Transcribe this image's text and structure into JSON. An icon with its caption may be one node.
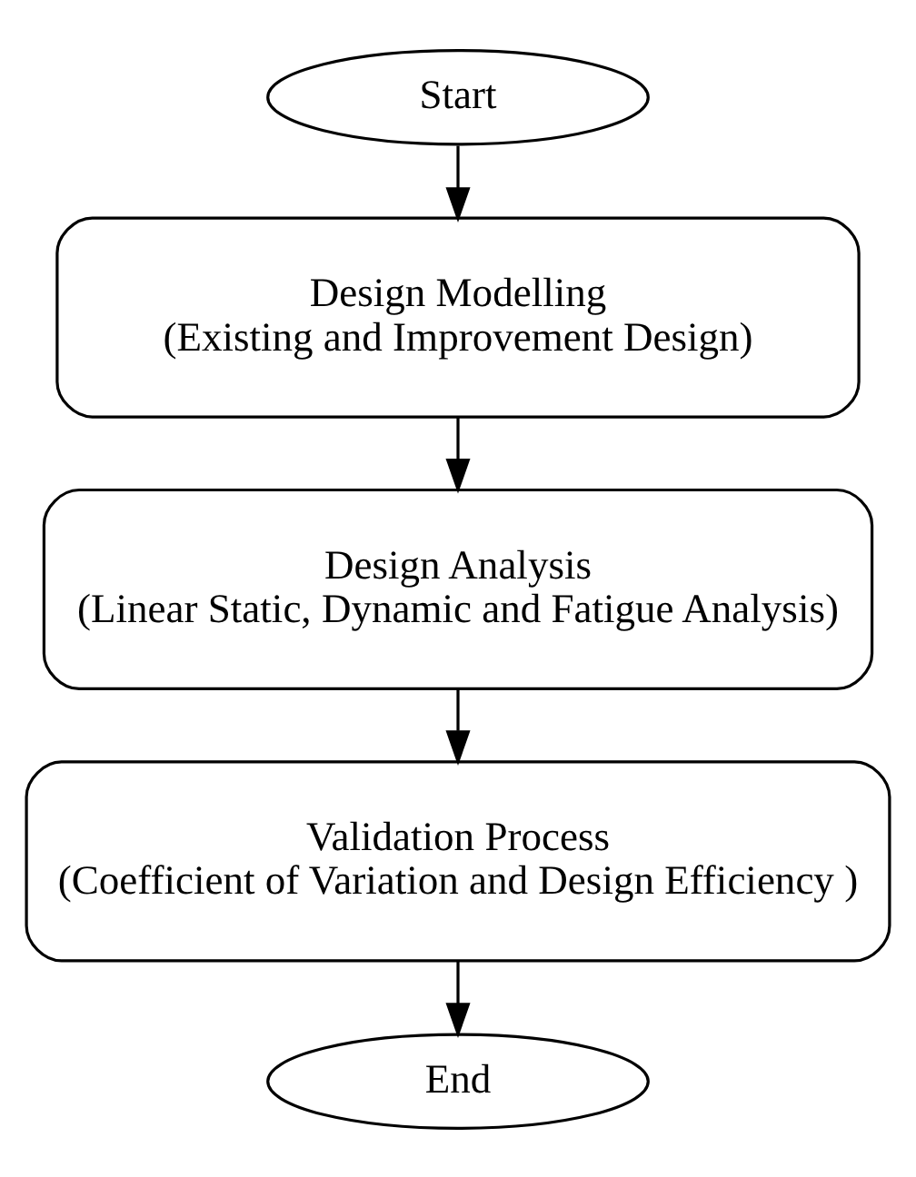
{
  "diagram": {
    "nodes": [
      {
        "text": [
          "Start"
        ]
      },
      {
        "text": [
          "Design Modelling",
          "(Existing and Improvement Design)"
        ]
      },
      {
        "text": [
          "Design Analysis",
          "(Linear Static, Dynamic and Fatigue Analysis)"
        ]
      },
      {
        "text": [
          "Validation Process",
          "(Coefficient of Variation and Design Efficiency )"
        ]
      },
      {
        "text": [
          "End"
        ]
      }
    ],
    "edges": [
      {
        "from": 0,
        "to": 1,
        "arrow": "to"
      },
      {
        "from": 1,
        "to": 2,
        "arrow": "to"
      },
      {
        "from": 2,
        "to": 3,
        "arrow": "to"
      },
      {
        "from": 3,
        "to": 4,
        "arrow": "to"
      }
    ]
  }
}
